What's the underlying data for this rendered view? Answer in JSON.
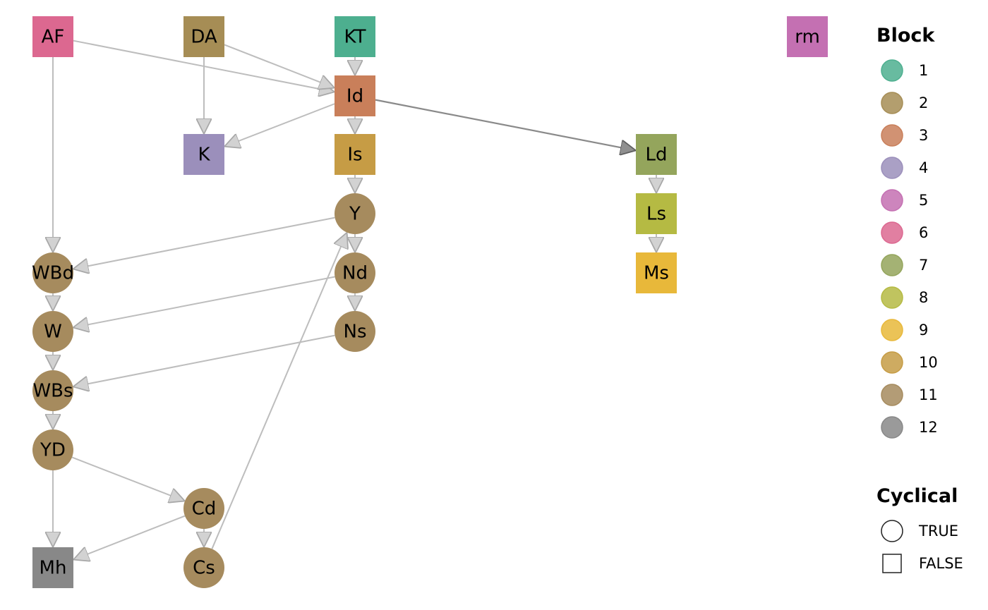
{
  "nodes": [
    {
      "id": "AF",
      "label": "AF",
      "block": 6,
      "cyclical": false
    },
    {
      "id": "DA",
      "label": "DA",
      "block": 2,
      "cyclical": false
    },
    {
      "id": "KT",
      "label": "KT",
      "block": 1,
      "cyclical": false
    },
    {
      "id": "rm",
      "label": "rm",
      "block": 5,
      "cyclical": false
    },
    {
      "id": "Id",
      "label": "Id",
      "block": 3,
      "cyclical": false
    },
    {
      "id": "K",
      "label": "K",
      "block": 4,
      "cyclical": false
    },
    {
      "id": "Is",
      "label": "Is",
      "block": 10,
      "cyclical": false
    },
    {
      "id": "Ld",
      "label": "Ld",
      "block": 7,
      "cyclical": false
    },
    {
      "id": "Y",
      "label": "Y",
      "block": 11,
      "cyclical": true
    },
    {
      "id": "Ls",
      "label": "Ls",
      "block": 8,
      "cyclical": false
    },
    {
      "id": "WBd",
      "label": "WBd",
      "block": 11,
      "cyclical": true
    },
    {
      "id": "Nd",
      "label": "Nd",
      "block": 11,
      "cyclical": true
    },
    {
      "id": "Ms",
      "label": "Ms",
      "block": 9,
      "cyclical": false
    },
    {
      "id": "W",
      "label": "W",
      "block": 11,
      "cyclical": true
    },
    {
      "id": "Ns",
      "label": "Ns",
      "block": 11,
      "cyclical": true
    },
    {
      "id": "WBs",
      "label": "WBs",
      "block": 11,
      "cyclical": true
    },
    {
      "id": "YD",
      "label": "YD",
      "block": 11,
      "cyclical": true
    },
    {
      "id": "Cd",
      "label": "Cd",
      "block": 11,
      "cyclical": true
    },
    {
      "id": "Mh",
      "label": "Mh",
      "block": 12,
      "cyclical": false
    },
    {
      "id": "Cs",
      "label": "Cs",
      "block": 11,
      "cyclical": true
    }
  ],
  "edges": [
    {
      "from": "AF",
      "to": "Id",
      "emphasis": false
    },
    {
      "from": "AF",
      "to": "WBd",
      "emphasis": false
    },
    {
      "from": "DA",
      "to": "Id",
      "emphasis": false
    },
    {
      "from": "DA",
      "to": "K",
      "emphasis": false
    },
    {
      "from": "KT",
      "to": "Id",
      "emphasis": false
    },
    {
      "from": "Id",
      "to": "K",
      "emphasis": false
    },
    {
      "from": "Id",
      "to": "Is",
      "emphasis": false
    },
    {
      "from": "Id",
      "to": "Ld",
      "emphasis": true
    },
    {
      "from": "Is",
      "to": "Y",
      "emphasis": false
    },
    {
      "from": "Y",
      "to": "WBd",
      "emphasis": false
    },
    {
      "from": "Y",
      "to": "Nd",
      "emphasis": false
    },
    {
      "from": "Nd",
      "to": "W",
      "emphasis": false
    },
    {
      "from": "Nd",
      "to": "Ns",
      "emphasis": false
    },
    {
      "from": "Ns",
      "to": "WBs",
      "emphasis": false
    },
    {
      "from": "WBd",
      "to": "W",
      "emphasis": false
    },
    {
      "from": "W",
      "to": "WBs",
      "emphasis": false
    },
    {
      "from": "WBs",
      "to": "YD",
      "emphasis": false
    },
    {
      "from": "YD",
      "to": "Mh",
      "emphasis": false
    },
    {
      "from": "YD",
      "to": "Cd",
      "emphasis": false
    },
    {
      "from": "Cd",
      "to": "Mh",
      "emphasis": false
    },
    {
      "from": "Cd",
      "to": "Cs",
      "emphasis": false
    },
    {
      "from": "Cs",
      "to": "Y",
      "emphasis": false
    },
    {
      "from": "Ld",
      "to": "Ls",
      "emphasis": false
    },
    {
      "from": "Ls",
      "to": "Ms",
      "emphasis": false
    }
  ],
  "block_colors": {
    "1": "#4daf8f",
    "2": "#a68d55",
    "3": "#c97f5a",
    "4": "#9b8fbb",
    "5": "#c470b2",
    "6": "#dc6890",
    "7": "#94a55c",
    "8": "#b5ba43",
    "9": "#e8b83a",
    "10": "#c69c45",
    "11": "#a68b5e",
    "12": "#888888"
  },
  "legend": {
    "block": {
      "title": "Block",
      "items": [
        {
          "label": "1",
          "color": "#4daf8f"
        },
        {
          "label": "2",
          "color": "#a68d55"
        },
        {
          "label": "3",
          "color": "#c97f5a"
        },
        {
          "label": "4",
          "color": "#9b8fbb"
        },
        {
          "label": "5",
          "color": "#c470b2"
        },
        {
          "label": "6",
          "color": "#dc6890"
        },
        {
          "label": "7",
          "color": "#94a55c"
        },
        {
          "label": "8",
          "color": "#b5ba43"
        },
        {
          "label": "9",
          "color": "#e8b83a"
        },
        {
          "label": "10",
          "color": "#c69c45"
        },
        {
          "label": "11",
          "color": "#a68b5e"
        },
        {
          "label": "12",
          "color": "#888888"
        }
      ]
    },
    "cyclical": {
      "title": "Cyclical",
      "items": [
        {
          "label": "TRUE",
          "shape": "circle"
        },
        {
          "label": "FALSE",
          "shape": "square"
        }
      ]
    }
  },
  "colors": {
    "edge": "#bdbdbd",
    "edge_emphasis": "#8a8a8a",
    "text": "#000000",
    "background": "#ffffff"
  }
}
